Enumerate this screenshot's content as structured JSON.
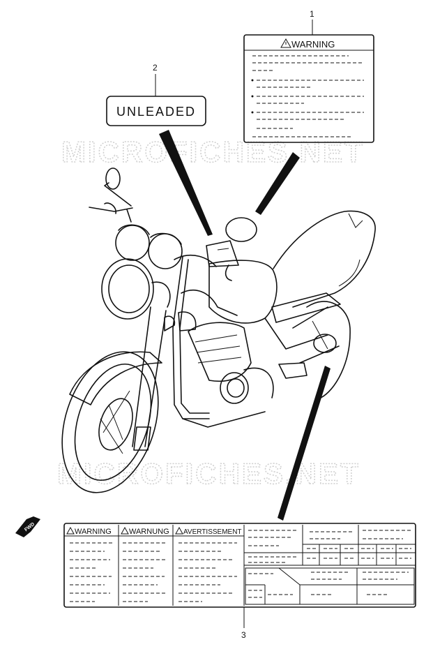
{
  "callouts": {
    "part1": "1",
    "part2": "2",
    "part3": "3"
  },
  "labels": {
    "warning_top": "WARNING",
    "unleaded": "UNLEADED",
    "warning_en": "WARNING",
    "warnung_de": "WARNUNG",
    "avertissement_fr": "AVERTISSEMENT",
    "fwd": "FWD"
  },
  "watermark": "MICROFICHES.NET",
  "icons": {
    "warning_triangle": "warning-triangle-icon",
    "fwd_arrow": "fwd-arrow-icon"
  }
}
